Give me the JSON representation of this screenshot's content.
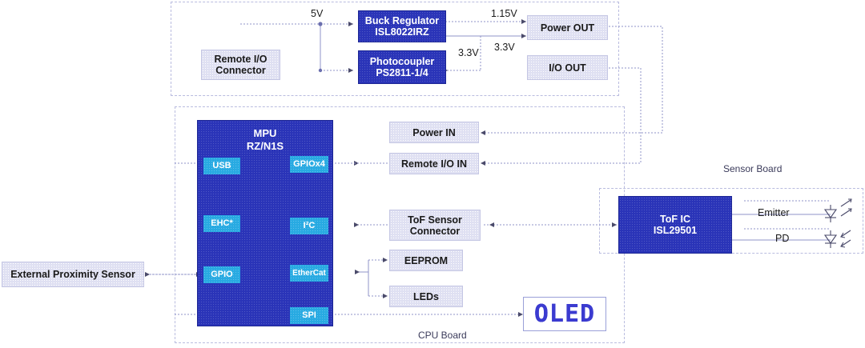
{
  "regions": [
    {
      "name": "power-board-region",
      "label": ""
    },
    {
      "name": "cpu-board-region",
      "label": "CPU Board"
    },
    {
      "name": "sensor-board-region",
      "label": "Sensor Board"
    }
  ],
  "labels": {
    "cpu_board": "CPU Board",
    "sensor_board": "Sensor Board"
  },
  "power_section": {
    "remote_io_connector": "Remote I/O\nConnector",
    "remote_io_connector_line1": "Remote I/O",
    "remote_io_connector_line2": "Connector",
    "buck_regulator_line1": "Buck Regulator",
    "buck_regulator_line2": "ISL8022IRZ",
    "photocoupler_line1": "Photocoupler",
    "photocoupler_line2": "PS2811-1/4",
    "power_out": "Power OUT",
    "io_out": "I/O OUT",
    "v5": "5V",
    "v115": "1.15V",
    "v33_a": "3.3V",
    "v33_b": "3.3V"
  },
  "mpu": {
    "title_line1": "MPU",
    "title_line2": "RZ/N1S",
    "ports_left": [
      {
        "label": "USB"
      },
      {
        "label": "EHC*"
      },
      {
        "label": "GPIO"
      }
    ],
    "ports_right": [
      {
        "label": "GPIOx4"
      },
      {
        "label": "I2C",
        "display": "I²C"
      },
      {
        "label": "EtherCat"
      },
      {
        "label": "SPI"
      }
    ]
  },
  "cpu_section": {
    "power_in": "Power IN",
    "remote_io_in": "Remote I/O IN",
    "tof_connector_line1": "ToF Sensor",
    "tof_connector_line2": "Connector",
    "eeprom": "EEPROM",
    "leds": "LEDs",
    "oled": "OLED"
  },
  "external": {
    "proximity_sensor": "External Proximity Sensor"
  },
  "sensor_section": {
    "tof_ic_line1": "ToF IC",
    "tof_ic_line2": "ISL29501",
    "emitter": "Emitter",
    "pd": "PD"
  },
  "colors": {
    "ic_blue": "#2a34b8",
    "port_cyan": "#28aae2",
    "connector_lavender": "#dfe0f2",
    "wire": "#8f93c8",
    "region_dash": "#b9bcdf",
    "oled_text": "#3b3bd0"
  }
}
